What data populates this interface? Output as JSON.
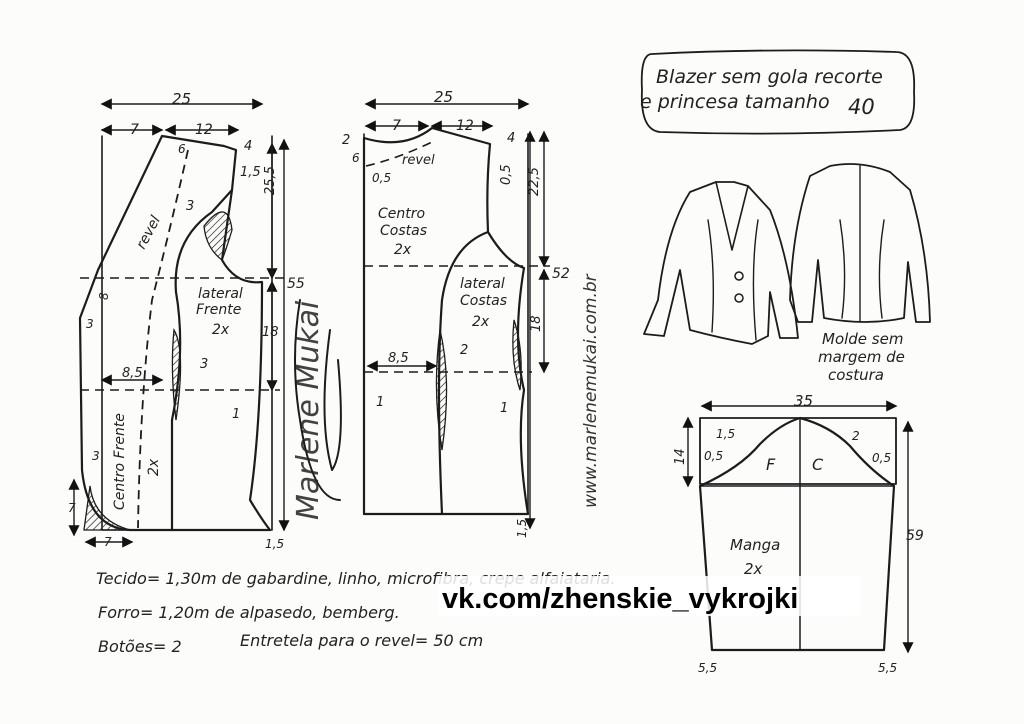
{
  "title": {
    "line1": "Blazer sem gola recorte",
    "line2": "e princesa tamanho",
    "size": "40"
  },
  "front": {
    "width": "25",
    "top_left": "7",
    "top_right": "12",
    "shoulder": "4",
    "shoulder_drop": "1,5",
    "armhole": "25,5",
    "total": "55",
    "side": "18",
    "neck": "6",
    "armhole_mark": "3",
    "hem_rise": "1,5",
    "dart_left": "8",
    "facing_w": "3",
    "curve_h": "3",
    "waist": "8,5",
    "panel_mark": "3",
    "panel_mark2": "1",
    "hem_w": "3",
    "hem_corner_v": "7",
    "hem_corner_h": "7",
    "facing_label": "revel",
    "side_label": "lateral\nFrente",
    "side_count": "2x",
    "center_label": "Centro Frente",
    "center_count": "2x"
  },
  "back": {
    "width": "25",
    "top_left": "7",
    "top_right": "12",
    "shoulder": "4",
    "neck_drop": "2",
    "neck_depth": "6",
    "neck_facing": "0,5",
    "facing_label": "revel",
    "shoulder_drop": "0,5",
    "armhole": "22,5",
    "total": "52",
    "side": "18",
    "waist": "8,5",
    "waist_mark": "2",
    "panel_mark": "1",
    "panel_mark2": "1",
    "hem_rise": "1,5",
    "center_label": "Centro\nCostas",
    "center_count": "2x",
    "side_label": "lateral\nCostas",
    "side_count": "2x"
  },
  "sleeve": {
    "width": "35",
    "cap_h": "14",
    "length": "59",
    "f_label": "F",
    "c_label": "C",
    "m_left": "1,5",
    "m_left2": "0,5",
    "m_right": "2",
    "m_right2": "0,5",
    "label": "Manga",
    "count": "2x",
    "hem_left": "5,5",
    "hem_right": "5,5"
  },
  "note": "Molde sem\nmargem de\ncostura",
  "materials": {
    "fabric": "Tecido= 1,30m de gabardine, linho, microfibra, crepe alfaiataria.",
    "lining": "Forro= 1,20m de alpasedo, bemberg.",
    "buttons": "Botões= 2",
    "interfacing": "Entretela para o revel= 50 cm"
  },
  "website": "www.marlenemukai.com.br",
  "signature": "Marlene Mukai",
  "watermark": "vk.com/zhenskie_vykrojki"
}
